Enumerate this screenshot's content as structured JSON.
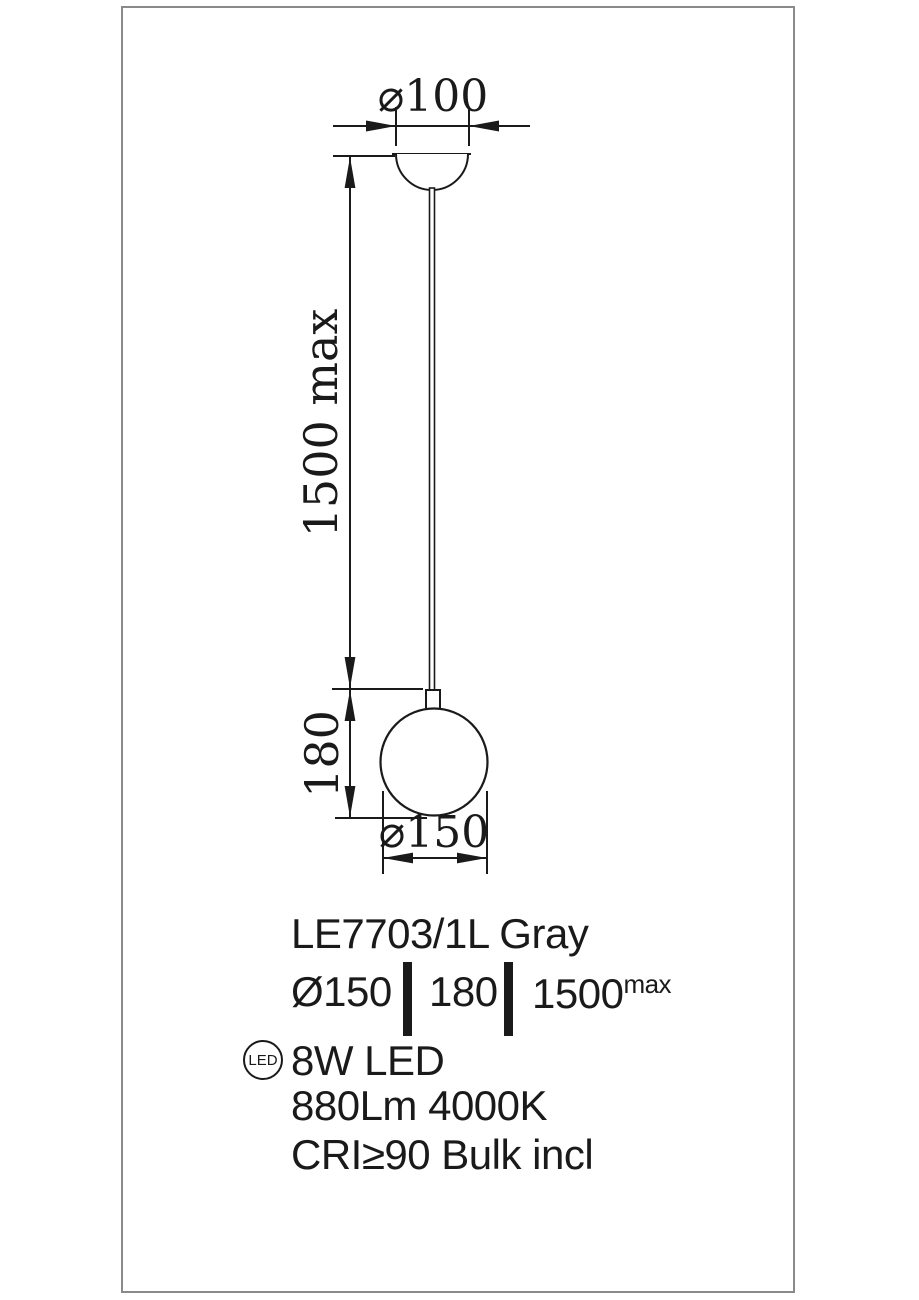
{
  "drawing": {
    "canopy_diameter_label": "⌀100",
    "drop_length_label": "1500 max",
    "shade_height_label": "180",
    "shade_diameter_label": "⌀150"
  },
  "specs": {
    "model": "LE7703/1L Gray",
    "dims": {
      "diameter": "Ø150",
      "height": "180",
      "drop": "1500",
      "drop_sup": "max"
    },
    "led_badge": "LED",
    "power": "8W LED",
    "output": "880Lm 4000K",
    "cri": "CRI≥90 Bulk incl"
  },
  "colors": {
    "line": "#1a1a1a",
    "frame": "#8a8a8a"
  }
}
